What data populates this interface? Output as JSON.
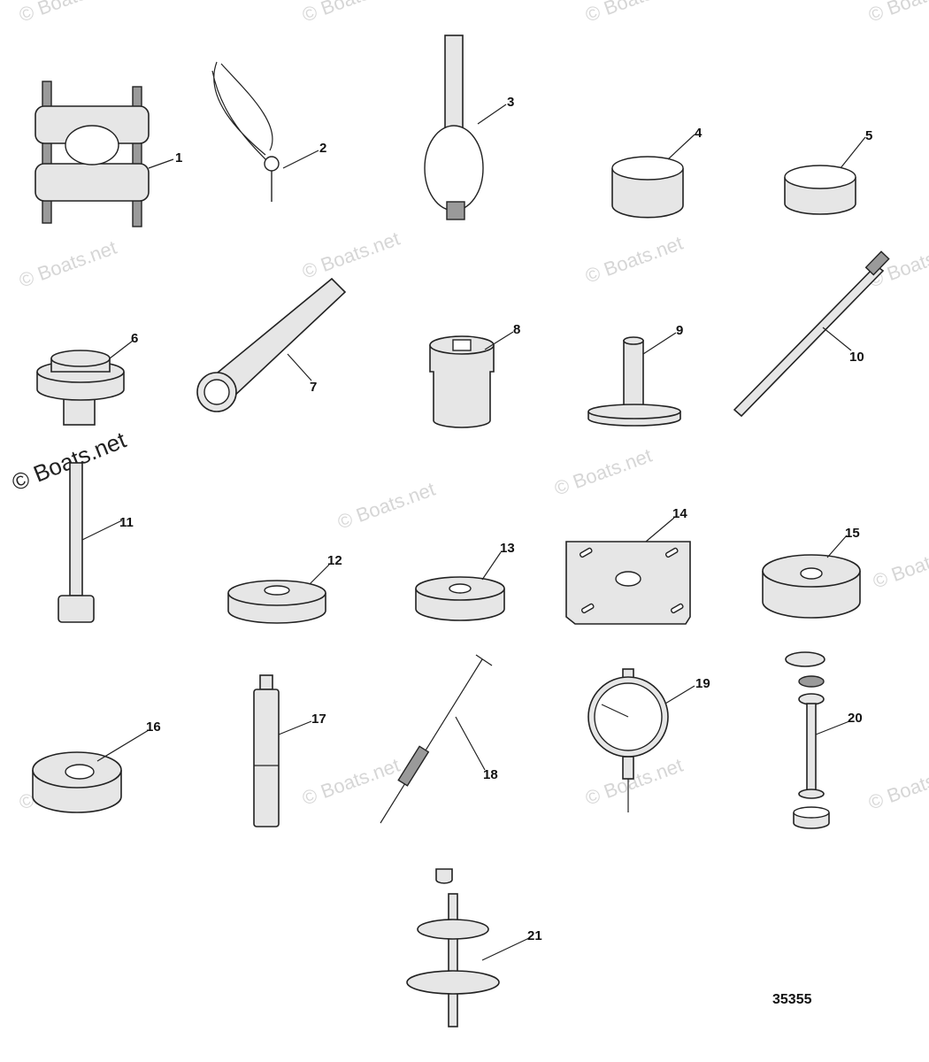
{
  "diagram": {
    "figure_number": "35355",
    "watermark": "© Boats.net",
    "callouts": [
      "1",
      "2",
      "3",
      "4",
      "5",
      "6",
      "7",
      "8",
      "9",
      "10",
      "11",
      "12",
      "13",
      "14",
      "15",
      "16",
      "17",
      "18",
      "19",
      "20",
      "21"
    ]
  }
}
